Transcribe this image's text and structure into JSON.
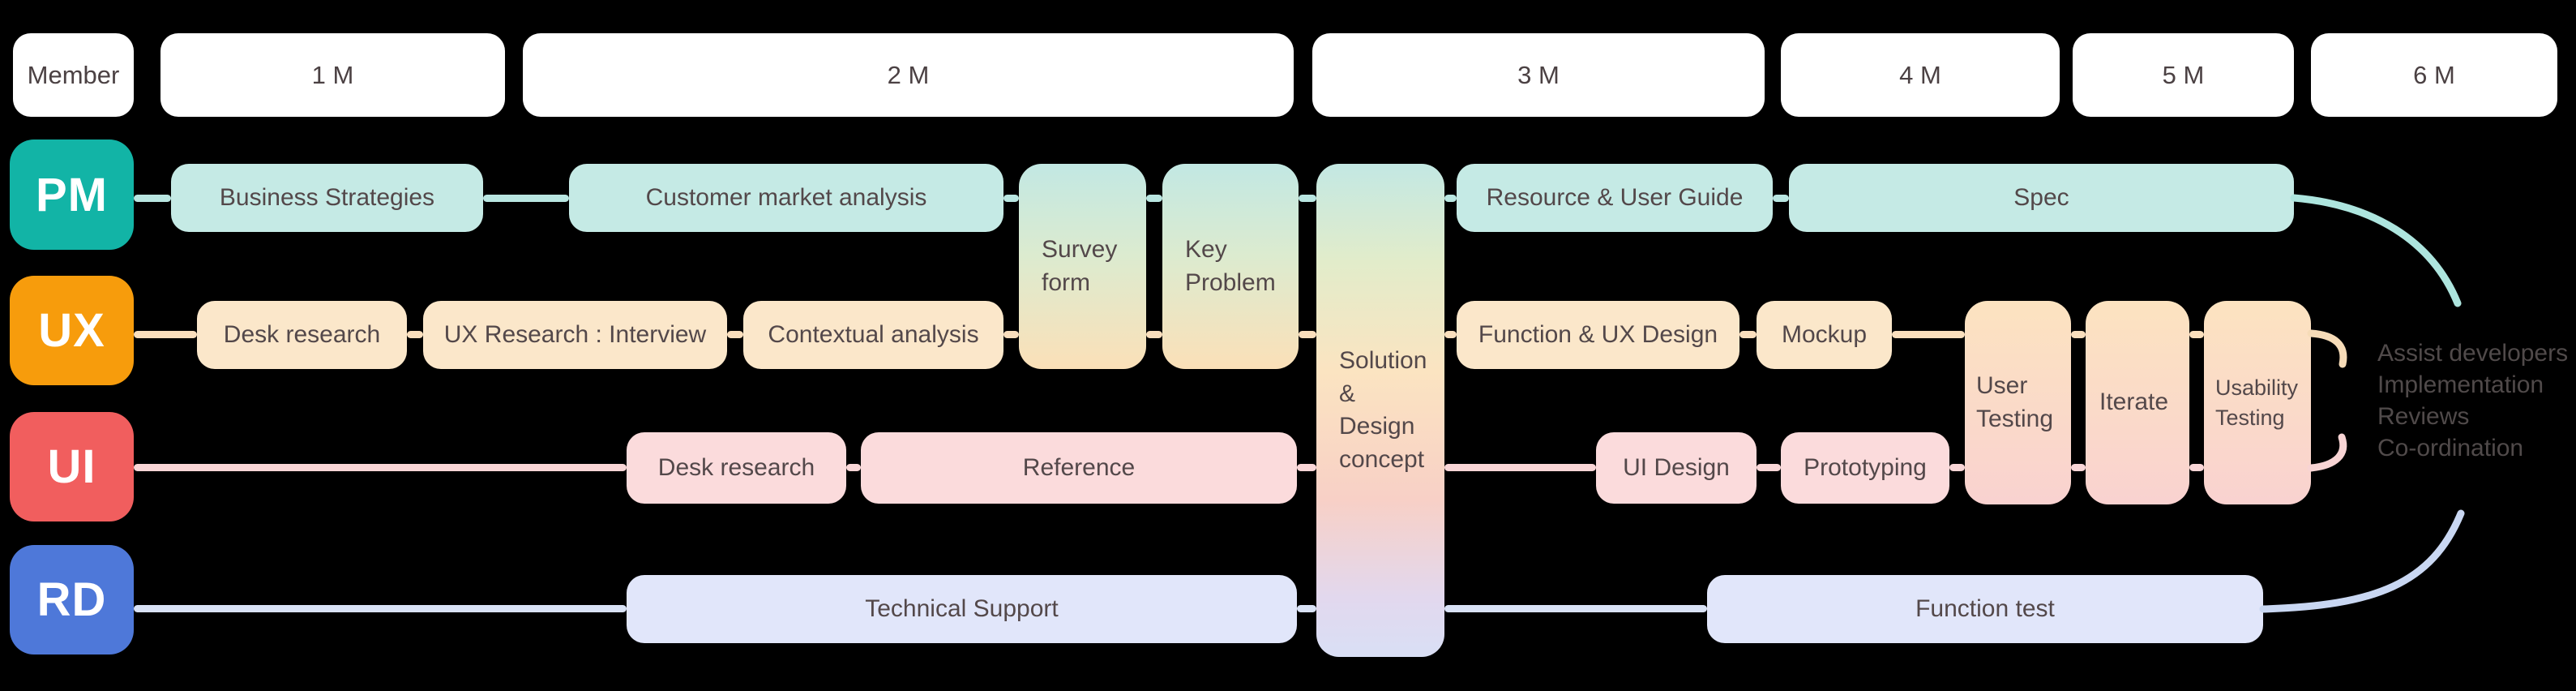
{
  "header": {
    "member_label": "Member",
    "months": [
      {
        "label": "1 M"
      },
      {
        "label": "2 M"
      },
      {
        "label": "3 M"
      },
      {
        "label": "4 M"
      },
      {
        "label": "5 M"
      },
      {
        "label": "6 M"
      }
    ]
  },
  "roles": {
    "pm": {
      "label": "PM",
      "color": "#12b4a6"
    },
    "ux": {
      "label": "UX",
      "color": "#f79c0c"
    },
    "ui": {
      "label": "UI",
      "color": "#f15e5e"
    },
    "rd": {
      "label": "RD",
      "color": "#4e78d9"
    }
  },
  "tasks": {
    "pm": {
      "business_strategies": "Business Strategies",
      "customer_market_analysis": "Customer market analysis",
      "resource_user_guide": "Resource & User Guide",
      "spec": "Spec"
    },
    "ux": {
      "desk_research": "Desk research",
      "ux_research_interview": "UX Research : Interview",
      "contextual_analysis": "Contextual analysis",
      "function_ux_design": "Function & UX Design",
      "mockup": "Mockup"
    },
    "ui": {
      "desk_research": "Desk research",
      "reference": "Reference",
      "ui_design": "UI Design",
      "prototyping": "Prototyping"
    },
    "rd": {
      "technical_support": "Technical Support",
      "function_test": "Function test"
    },
    "bridge": {
      "survey_form": "Survey form",
      "key_problem": "Key Problem",
      "solution_design_concept": "Solution & Design concept",
      "user_testing": "User Testing",
      "iterate": "Iterate",
      "usability_testing": "Usability Testing"
    }
  },
  "outcome": {
    "lines": [
      "Assist developers",
      "Implementation",
      "Reviews",
      "Co-ordination"
    ]
  },
  "colors": {
    "background": "#000000",
    "header_box": "#ffffff",
    "pm_tint": "#c5eae5",
    "ux_tint": "#fbe7ca",
    "ui_tint": "#fbdbdc",
    "rd_tint": "#e1e6fa",
    "pm_line": "#b9e6e1",
    "ux_line": "#fadfbd",
    "ui_line": "#f9d6d7",
    "rd_line": "#d9e2f6",
    "text_dark": "#53484a"
  }
}
